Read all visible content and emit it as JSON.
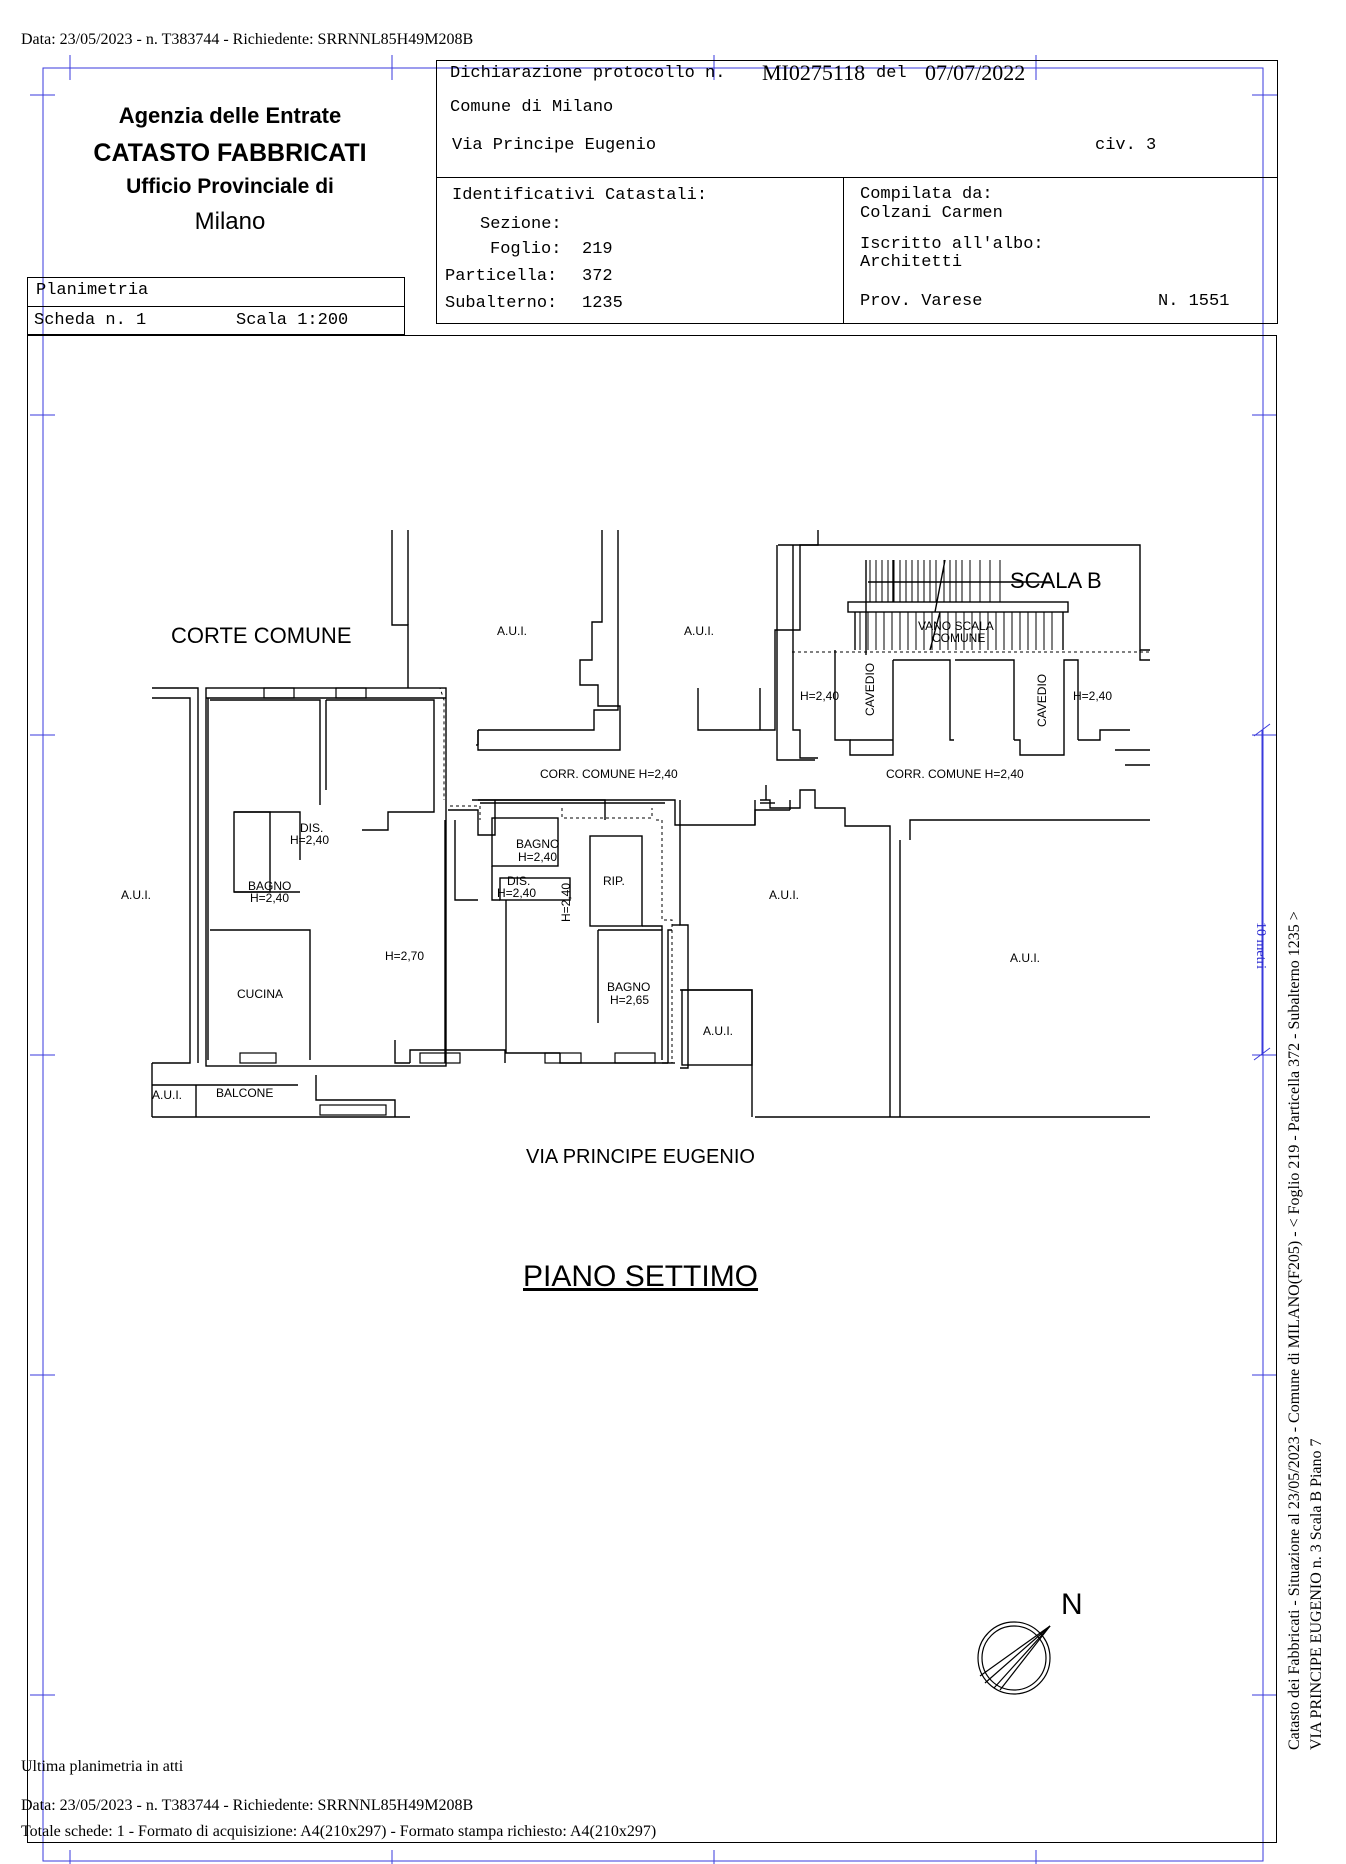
{
  "header_line": "Data: 23/05/2023 - n. T383744 - Richiedente: SRRNNL85H49M208B",
  "agency": {
    "line1": "Agenzia delle Entrate",
    "line2": "CATASTO FABBRICATI",
    "line3": "Ufficio Provinciale di",
    "line4": "Milano"
  },
  "protocol": {
    "label": "Dichiarazione protocollo n.",
    "number": "MI0275118",
    "del_label": "del",
    "date": "07/07/2022",
    "comune": "Comune di Milano",
    "address": "Via Principe Eugenio",
    "civ": "civ. 3"
  },
  "identificativi": {
    "title": "Identificativi Catastali:",
    "sezione_label": "Sezione:",
    "sezione_value": "",
    "foglio_label": "Foglio:",
    "foglio_value": "219",
    "particella_label": "Particella:",
    "particella_value": "372",
    "subalterno_label": "Subalterno:",
    "subalterno_value": "1235"
  },
  "compilata": {
    "label": "Compilata da:",
    "name": "Colzani Carmen",
    "albo_label": "Iscritto all'albo:",
    "albo": "Architetti",
    "prov": "Prov. Varese",
    "n": "N. 1551"
  },
  "planimetria": {
    "title": "Planimetria",
    "scheda": "Scheda n. 1",
    "scala": "Scala 1:200"
  },
  "plan": {
    "corte_comune": "CORTE COMUNE",
    "scala_b": "SCALA B",
    "vano_scala_1": "VANO SCALA",
    "vano_scala_2": "COMUNE",
    "aui": "A.U.I.",
    "cavedio": "CAVEDIO",
    "h240": "H=2,40",
    "h270": "H=2,70",
    "h265": "H=2,65",
    "corr_comune": "CORR. COMUNE H=2,40",
    "dis": "DIS.",
    "bagno": "BAGNO",
    "rip": "RIP.",
    "cucina": "CUCINA",
    "balcone": "BALCONE",
    "street": "VIA PRINCIPE EUGENIO",
    "floor": "PIANO SETTIMO",
    "north": "N",
    "scale_bar": "10 metri"
  },
  "side_text": {
    "line1": "Catasto dei Fabbricati - Situazione al 23/05/2023 - Comune di MILANO(F205) - < Foglio 219 - Particella  372 - Subalterno 1235 >",
    "line2": "VIA PRINCIPE EUGENIO n. 3  Scala B Piano 7"
  },
  "footer": {
    "ultima": "Ultima planimetria in atti",
    "data_line": "Data: 23/05/2023 - n. T383744 - Richiedente: SRRNNL85H49M208B",
    "totale": "Totale schede: 1 - Formato di acquisizione: A4(210x297)  - Formato stampa richiesto: A4(210x297)"
  }
}
